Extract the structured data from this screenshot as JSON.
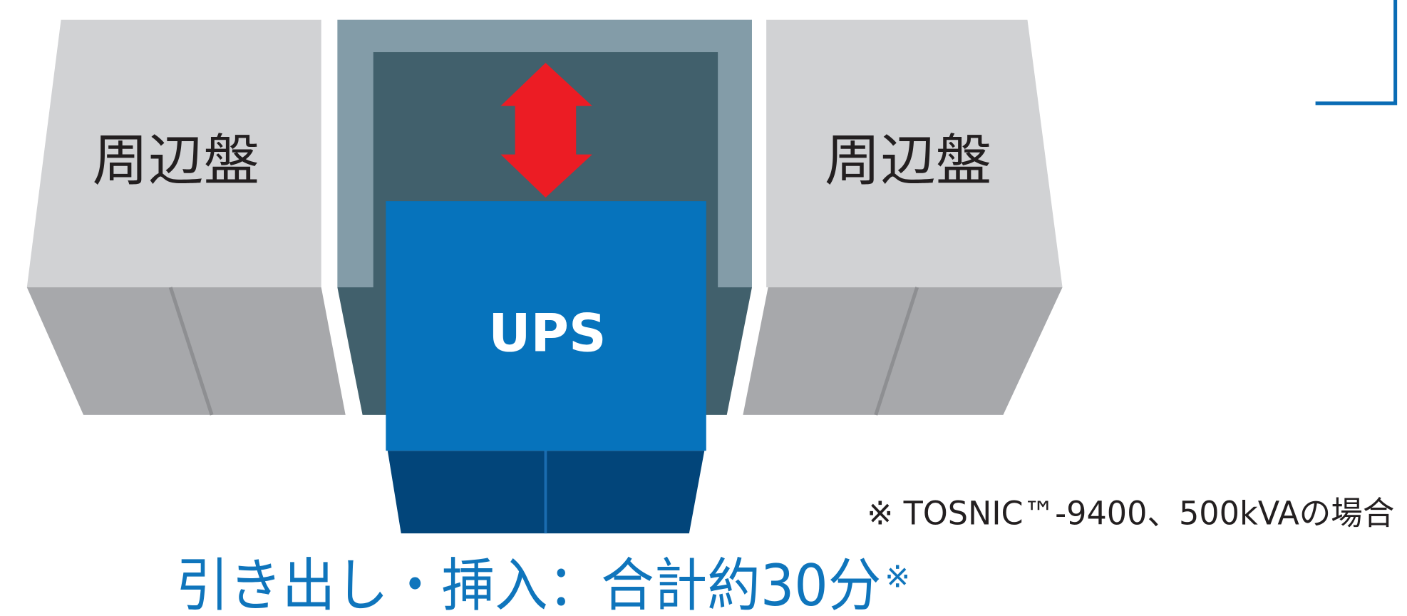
{
  "cabinets": {
    "left_label": "周辺盤",
    "right_label": "周辺盤"
  },
  "ups": {
    "label": "UPS"
  },
  "arrow": {
    "icon": "double-arrow-icon",
    "color": "#ec1c24"
  },
  "note": {
    "text": "※ TOSNIC™-9400、500kVAの場合"
  },
  "caption": {
    "text": "引き出し・挿入：合計約30分",
    "footnote_mark": "※"
  },
  "colors": {
    "cabinet_top": "#d1d2d4",
    "cabinet_bottom": "#a7a8ab",
    "frame_outer": "#839ca8",
    "frame_inner": "#41606c",
    "ups_body": "#0673bc",
    "ups_base": "#02457a",
    "accent_blue": "#0f75bc"
  }
}
